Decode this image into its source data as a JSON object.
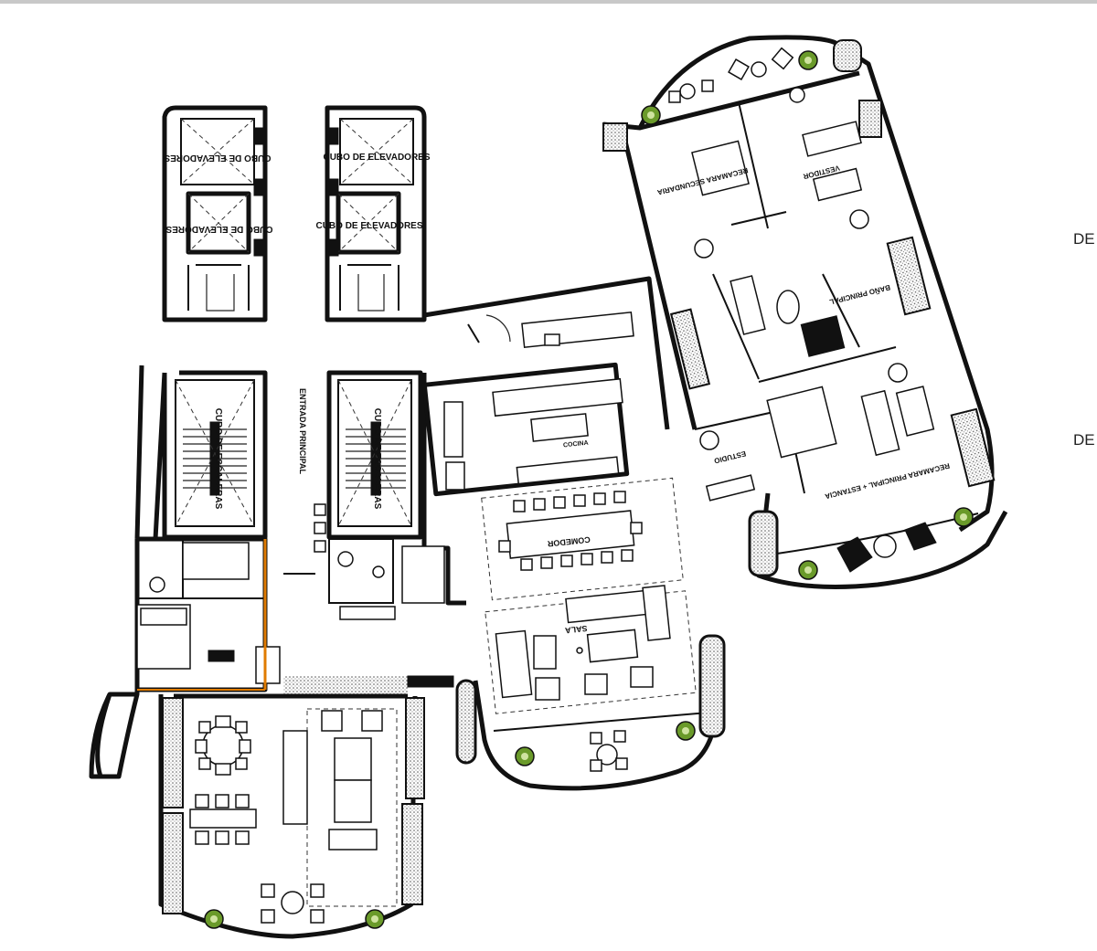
{
  "labels": {
    "elevator_shaft_1": "CUBO DE ELEVADORES",
    "elevator_shaft_2": "CUBO DE ELEVADORES",
    "elevator_shaft_3": "CUBO DE ELEVADORES",
    "elevator_shaft_4": "CUBO DE ELEVADORES",
    "stair_shaft_1": "CUBO DE ESCALERAS",
    "stair_shaft_2": "CUBO DE ESCALERAS",
    "main_entrance": "ENTRADA PRINCIPAL",
    "dining": "COMEDOR",
    "living": "SALA",
    "study": "ESTUDIO",
    "second_bedroom": "RECAMARA SECUNDARIA",
    "walk_in_closet": "VESTIDOR",
    "main_bathroom": "BAÑO PRINCIPAL",
    "master_bedroom": "RECAMARA PRINCIPAL + ESTANCIA",
    "kitchen": "COCINA"
  },
  "side_labels": [
    "DE",
    "DE"
  ],
  "colors": {
    "line": "#111111",
    "plant": "#6a9a2a",
    "accent_wall": "#e07b00",
    "hatch": "#c8c8c8"
  }
}
